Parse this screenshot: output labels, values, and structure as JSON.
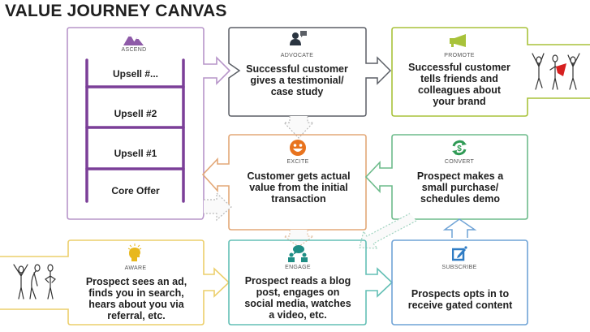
{
  "title": "VALUE JOURNEY CANVAS",
  "colors": {
    "ascend": "#8e5aa8",
    "ascend_dark": "#7b3f98",
    "advocate": "#5b5f66",
    "promote": "#a8c23a",
    "excite": "#e8731e",
    "excite_border": "#e3a878",
    "convert": "#6dbb8b",
    "convert_icon": "#2f9a55",
    "aware": "#e8b81e",
    "aware_border": "#eccf6b",
    "engage": "#63bfb5",
    "engage_icon": "#1f8e85",
    "subscribe": "#6fa3d6",
    "subscribe_icon": "#2f7cc4",
    "dotted": "#b9b9b9",
    "cape": "#d62020"
  },
  "stages": {
    "ascend": {
      "label": "ASCEND",
      "icon": "mountains-icon",
      "rungs": [
        "Upsell #...",
        "Upsell #2",
        "Upsell #1",
        "Core Offer"
      ]
    },
    "advocate": {
      "label": "ADVOCATE",
      "icon": "person-speech-icon",
      "text": [
        "Successful customer",
        "gives a testimonial/",
        "case study"
      ]
    },
    "promote": {
      "label": "PROMOTE",
      "icon": "megaphone-icon",
      "text": [
        "Successful customer",
        "tells friends and",
        "colleagues about",
        "your brand"
      ]
    },
    "excite": {
      "label": "EXCITE",
      "icon": "smiley-icon",
      "text": [
        "Customer gets actual",
        "value from the initial",
        "transaction"
      ]
    },
    "convert": {
      "label": "CONVERT",
      "icon": "dollar-cycle-icon",
      "text": [
        "Prospect makes a",
        "small purchase/",
        "schedules demo"
      ]
    },
    "aware": {
      "label": "AWARE",
      "icon": "lightbulb-head-icon",
      "text": [
        "Prospect sees an ad,",
        "finds you in search,",
        "hears about you via",
        "referral, etc."
      ]
    },
    "engage": {
      "label": "ENGAGE",
      "icon": "people-chat-icon",
      "text": [
        "Prospect reads a blog",
        "post, engages on",
        "social media, watches",
        "a video, etc."
      ]
    },
    "subscribe": {
      "label": "SUBSCRIBE",
      "icon": "edit-square-icon",
      "text": [
        "Prospects opts in to",
        "receive gated content"
      ]
    }
  },
  "illustrations": {
    "celebrating_people": "stick-figures-celebrating",
    "prospect_people": "stick-figures-prospects"
  }
}
